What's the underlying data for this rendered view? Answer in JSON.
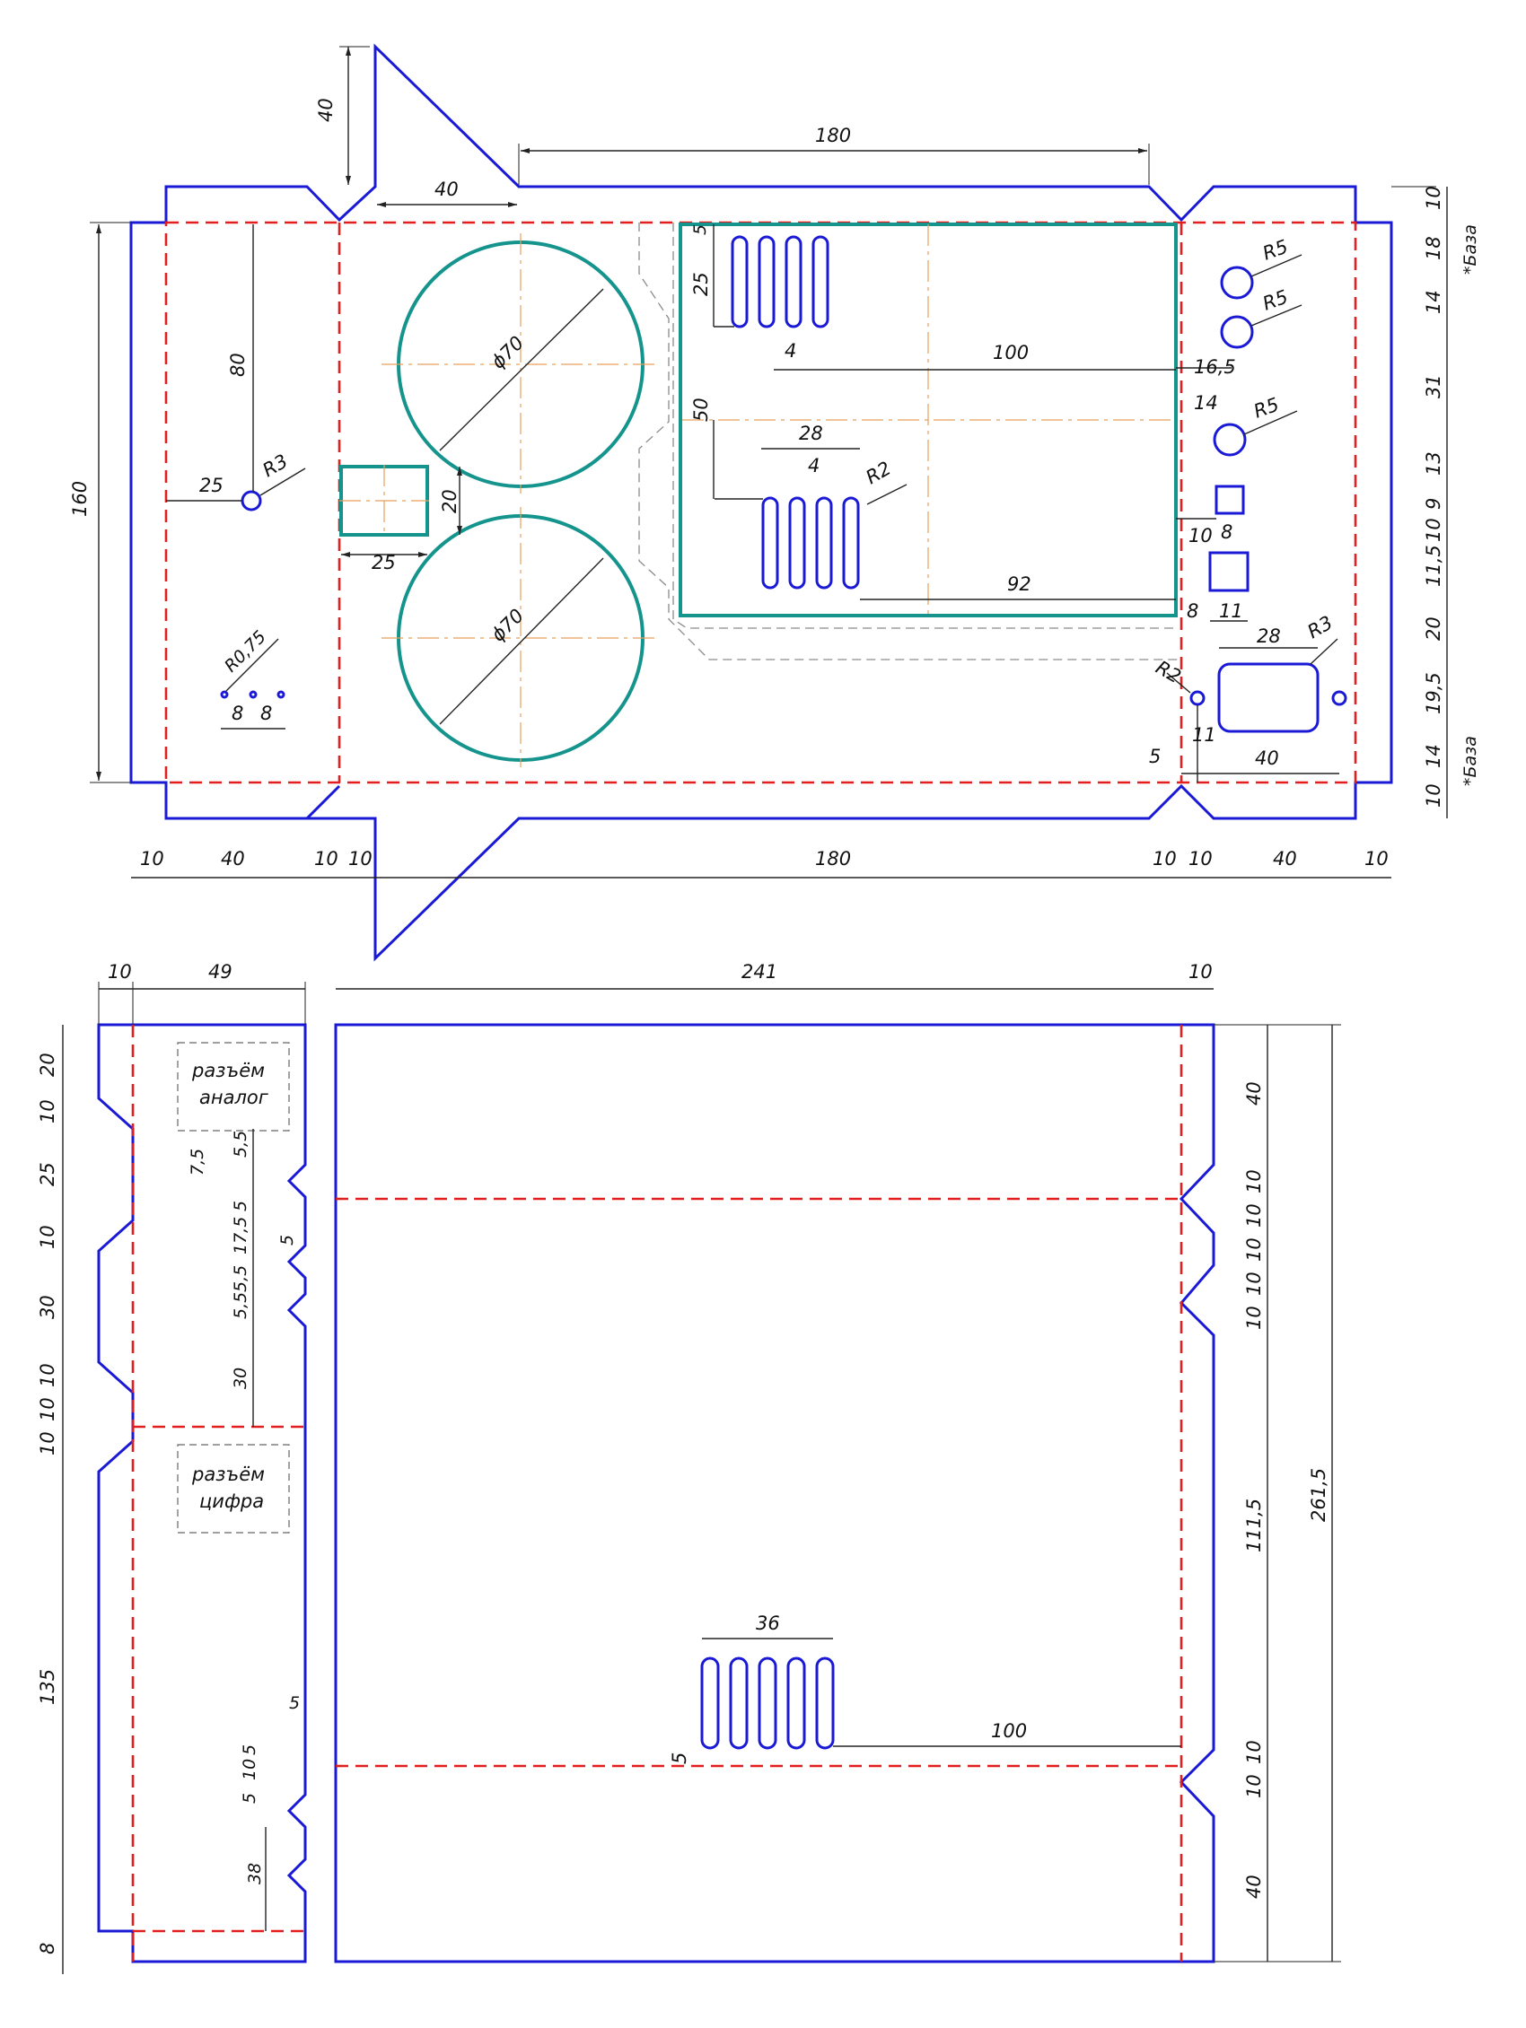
{
  "colors": {
    "outline": "#1a1ad6",
    "fold_line": "#e21f1f",
    "cutout": "#14948c",
    "dimension": "#222222",
    "centerline": "#e8a05a",
    "hidden": "#8a8a8a"
  },
  "top_view": {
    "dims": {
      "tab_height": "40",
      "tab_width": "40",
      "top_span": "180",
      "overall_height": "160",
      "hole_offset_80": "80",
      "hole_offset_25": "25",
      "r3_left": "R3",
      "r075": "R0,75",
      "pitch_a": "8",
      "pitch_b": "8",
      "phi70_top": "ϕ70",
      "phi70_bottom": "ϕ70",
      "sq_height": "20",
      "sq_width": "25",
      "slot_len": "25",
      "slot_top_gap": "5",
      "slot_pitch_top": "4",
      "dist_100": "100",
      "dist_50": "50",
      "slot_group_width": "28",
      "slot_pitch_bottom": "4",
      "slot_r2": "R2",
      "dist_92": "92",
      "r5_a": "R5",
      "r5_b": "R5",
      "r5_c": "R5",
      "dist_16_5": "16,5",
      "dist_14": "14",
      "sq_small_10": "10",
      "sq_small_8": "8",
      "rect_8": "8",
      "rect_11": "11",
      "conn_28": "28",
      "conn_r3": "R3",
      "r2_right": "R2",
      "dist_11": "11",
      "dist_5": "5",
      "dist_40": "40",
      "right_col": [
        "10",
        "18",
        "14",
        "31",
        "13",
        "9",
        "10",
        "11,5",
        "20",
        "19,5",
        "14",
        "10"
      ],
      "baza_top": "*База",
      "baza_bottom": "*База",
      "bottom_row": [
        "10",
        "40",
        "10",
        "10",
        "180",
        "10",
        "10",
        "40",
        "10"
      ]
    }
  },
  "side_view": {
    "dims": {
      "top_10": "10",
      "top_49": "49",
      "left_col": [
        "20",
        "10",
        "25",
        "10",
        "30",
        "10",
        "10",
        "10",
        "135",
        "8"
      ],
      "inner_col": [
        "7,5",
        "5,5",
        "5",
        "17,5",
        "5",
        "5,5",
        "5,5",
        "30"
      ],
      "lower_inner": [
        "5",
        "10",
        "5",
        "5",
        "38"
      ],
      "connector_analog": [
        "разъём",
        "аналог"
      ],
      "connector_digital": [
        "разъём",
        "цифра"
      ]
    }
  },
  "base_view": {
    "dims": {
      "width_241": "241",
      "flap_10": "10",
      "total_261_5": "261,5",
      "right_col": [
        "40",
        "10",
        "10",
        "10",
        "10",
        "10",
        "111,5",
        "10",
        "10",
        "40"
      ],
      "slot_group_36": "36",
      "dist_100": "100",
      "offset_5": "5"
    }
  }
}
